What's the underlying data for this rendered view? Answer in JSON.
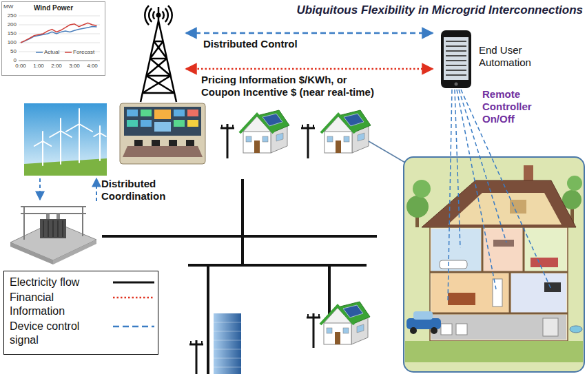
{
  "diagram": {
    "title": "Ubiquitous Flexibility in Microgrid Interconnections",
    "nodes": [
      {
        "text": [
          "Wind Power"
        ]
      },
      {
        "text": [
          "End User Automation"
        ]
      }
    ],
    "labels": [
      "MW",
      "250",
      "200",
      "150",
      "100",
      "50",
      "0",
      "0:00",
      "1:00",
      "2:00",
      "3:00",
      "4:00",
      "Actual",
      "Forecast",
      "Distributed Control",
      "Pricing Information $/KWh, or Coupon Incentive $ (near real-time)",
      "Remote Controller On/Off",
      "Distributed Coordination"
    ],
    "legend": [
      {
        "text": "Electricity flow"
      },
      {
        "text": "Financial Information"
      },
      {
        "text": "Device control signal"
      }
    ]
  }
}
